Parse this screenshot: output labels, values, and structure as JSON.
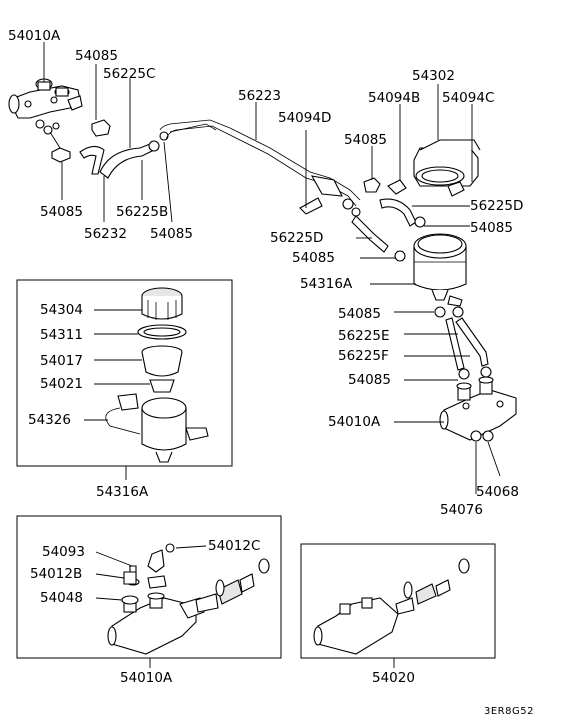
{
  "labels": {
    "l_54010A_top": "54010A",
    "l_54085_a": "54085",
    "l_56225C": "56225C",
    "l_56223": "56223",
    "l_54302": "54302",
    "l_54094B": "54094B",
    "l_54094C": "54094C",
    "l_54094D": "54094D",
    "l_54085_b": "54085",
    "l_54085_c": "54085",
    "l_56225B": "56225B",
    "l_56232": "56232",
    "l_54085_d": "54085",
    "l_56225D_r": "56225D",
    "l_54085_e": "54085",
    "l_56225D_m": "56225D",
    "l_54085_f": "54085",
    "l_54316A_r": "54316A",
    "l_54304": "54304",
    "l_54311": "54311",
    "l_54017": "54017",
    "l_54021": "54021",
    "l_54326": "54326",
    "l_54316A_box": "54316A",
    "l_54085_g": "54085",
    "l_56225E": "56225E",
    "l_56225F": "56225F",
    "l_54085_h": "54085",
    "l_54010A_r": "54010A",
    "l_54068": "54068",
    "l_54076": "54076",
    "l_54093": "54093",
    "l_54012C": "54012C",
    "l_54012B": "54012B",
    "l_54048": "54048",
    "l_54010A_box": "54010A",
    "l_54020": "54020",
    "code": "3ER8G52"
  }
}
